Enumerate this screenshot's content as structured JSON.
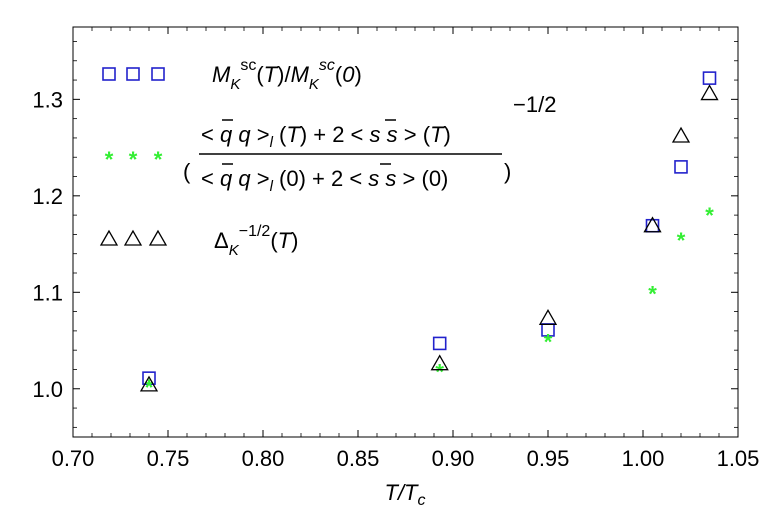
{
  "chart_data": {
    "type": "scatter",
    "xlabel": "T/Tc",
    "xlim": [
      0.7,
      1.05
    ],
    "ylim": [
      0.95,
      1.375
    ],
    "xticks": [
      0.7,
      0.75,
      0.8,
      0.85,
      0.9,
      0.95,
      1.0,
      1.05
    ],
    "xtick_labels": [
      "0.70",
      "0.75",
      "0.80",
      "0.85",
      "0.90",
      "0.95",
      "1.00",
      "1.05"
    ],
    "yticks": [
      1.0,
      1.1,
      1.2,
      1.3
    ],
    "ytick_labels": [
      "1.0",
      "1.1",
      "1.2",
      "1.3"
    ],
    "grid": false,
    "legend_position": "top-left inside",
    "series": [
      {
        "key": "mk",
        "marker": "square",
        "color": "#2222cc",
        "points": [
          [
            0.74,
            1.011
          ],
          [
            0.893,
            1.047
          ],
          [
            0.95,
            1.061
          ],
          [
            1.005,
            1.169
          ],
          [
            1.02,
            1.23
          ],
          [
            1.035,
            1.322
          ]
        ]
      },
      {
        "key": "cond",
        "marker": "star",
        "color": "#33ee33",
        "points": [
          [
            0.74,
            1.003
          ],
          [
            0.893,
            1.019
          ],
          [
            0.95,
            1.05
          ],
          [
            1.005,
            1.1
          ],
          [
            1.02,
            1.155
          ],
          [
            1.035,
            1.181
          ]
        ]
      },
      {
        "key": "delta",
        "marker": "triangle",
        "color": "#000000",
        "points": [
          [
            0.74,
            1.004
          ],
          [
            0.893,
            1.026
          ],
          [
            0.95,
            1.073
          ],
          [
            1.005,
            1.169
          ],
          [
            1.02,
            1.262
          ],
          [
            1.035,
            1.306
          ]
        ]
      }
    ]
  }
}
